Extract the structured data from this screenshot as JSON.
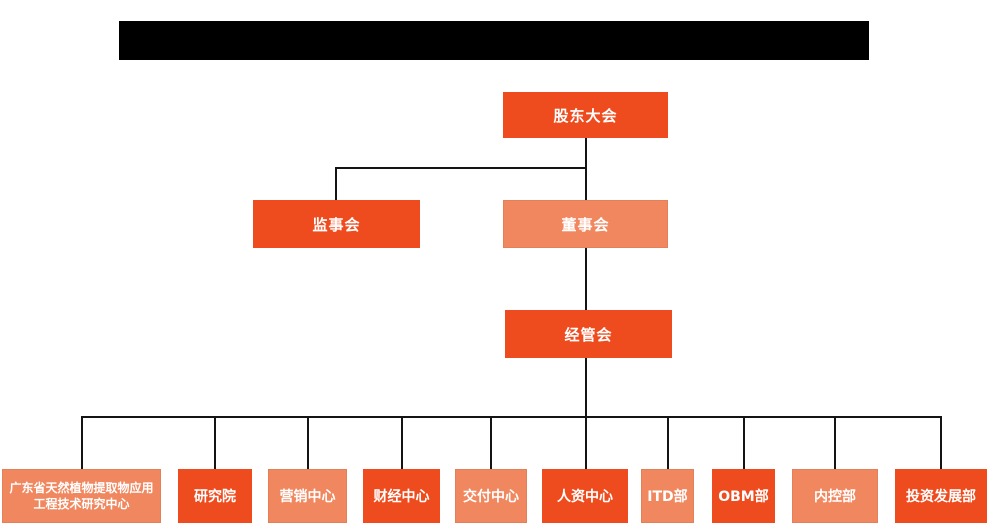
{
  "page": {
    "type": "organization-chart",
    "title_bar": {
      "redacted": true,
      "color": "#000000"
    }
  },
  "colors": {
    "node_primary": "#EE4C1E",
    "node_secondary": "#F0875F",
    "connector_line": "#141414",
    "node_text": "#FFFFFF",
    "background": "#FFFFFF"
  },
  "org": {
    "root": {
      "label": "股东大会"
    },
    "level2": [
      {
        "label": "监事会",
        "variant": "primary"
      },
      {
        "label": "董事会",
        "variant": "secondary"
      }
    ],
    "level3": {
      "label": "经管会"
    },
    "level4": [
      {
        "label": "广东省天然植物提取物应用工程技术研究中心",
        "variant": "secondary"
      },
      {
        "label": "研究院",
        "variant": "primary"
      },
      {
        "label": "营销中心",
        "variant": "secondary"
      },
      {
        "label": "财经中心",
        "variant": "primary"
      },
      {
        "label": "交付中心",
        "variant": "secondary"
      },
      {
        "label": "人资中心",
        "variant": "primary"
      },
      {
        "label": "ITD部",
        "variant": "secondary"
      },
      {
        "label": "OBM部",
        "variant": "primary"
      },
      {
        "label": "内控部",
        "variant": "secondary"
      },
      {
        "label": "投资发展部",
        "variant": "primary"
      }
    ]
  }
}
